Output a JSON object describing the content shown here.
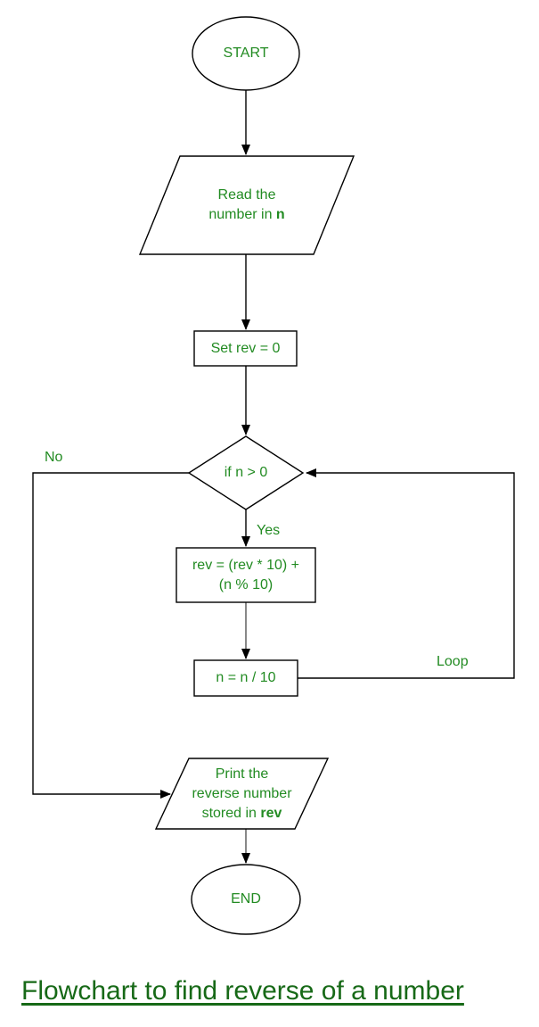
{
  "caption": {
    "text": "Flowchart to find reverse of a number"
  },
  "colors": {
    "node_text_green": "#228B22",
    "caption_green": "#176917",
    "shape_stroke": "#000000",
    "gray_connector": "#888888",
    "background": "#ffffff"
  },
  "nodes": {
    "start": {
      "label": "START",
      "shape": "ellipse"
    },
    "read": {
      "shape": "parallelogram",
      "line1": "Read the",
      "line2_prefix": "number in ",
      "line2_bold": "n"
    },
    "set_rev": {
      "label": "Set rev = 0",
      "shape": "rectangle"
    },
    "condition": {
      "label": "if n > 0",
      "shape": "diamond"
    },
    "rev_update": {
      "shape": "rectangle",
      "line1": "rev = (rev * 10) +",
      "line2": "(n % 10)"
    },
    "n_update": {
      "label": "n = n / 10",
      "shape": "rectangle"
    },
    "print": {
      "shape": "parallelogram",
      "line1": "Print the",
      "line2": "reverse number",
      "line3_prefix": "stored in ",
      "line3_bold": "rev"
    },
    "end": {
      "label": "END",
      "shape": "ellipse"
    }
  },
  "edge_labels": {
    "no": "No",
    "yes": "Yes",
    "loop": "Loop"
  }
}
